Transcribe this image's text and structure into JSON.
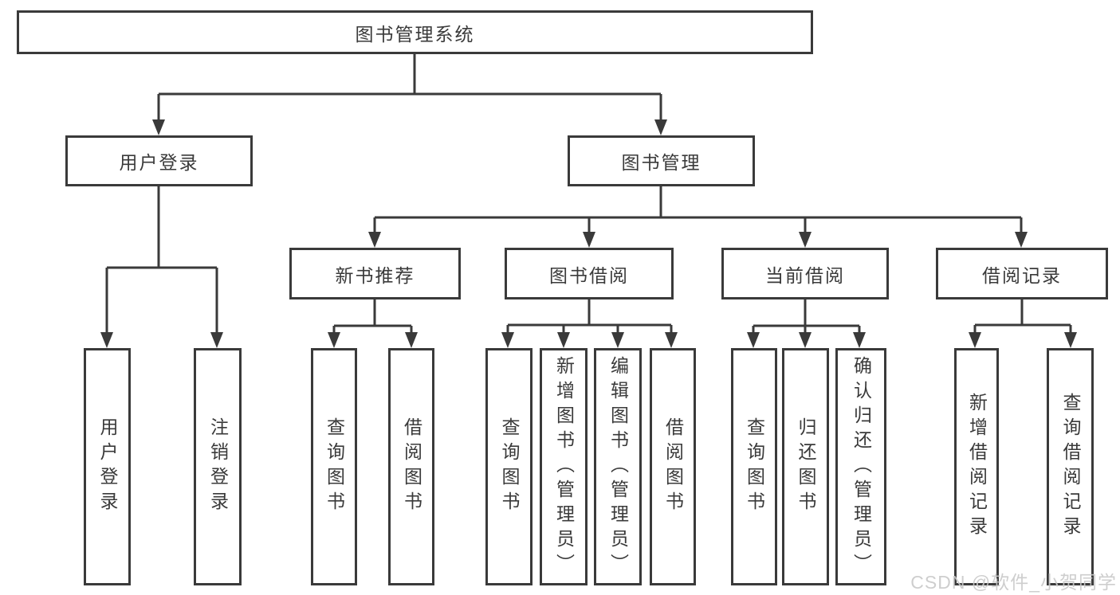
{
  "title": "图书管理系统",
  "level2": [
    {
      "label": "用户登录"
    },
    {
      "label": "图书管理"
    }
  ],
  "level3": [
    {
      "label": "新书推荐"
    },
    {
      "label": "图书借阅"
    },
    {
      "label": "当前借阅"
    },
    {
      "label": "借阅记录"
    }
  ],
  "leaves": [
    {
      "label": "用户登录"
    },
    {
      "label": "注销登录"
    },
    {
      "label": "查询图书"
    },
    {
      "label": "借阅图书"
    },
    {
      "label": "查询图书"
    },
    {
      "label": "新增图书（管理员）"
    },
    {
      "label": "编辑图书（管理员）"
    },
    {
      "label": "借阅图书"
    },
    {
      "label": "查询图书"
    },
    {
      "label": "归还图书"
    },
    {
      "label": "确认归还（管理员）"
    },
    {
      "label": "新增借阅记录"
    },
    {
      "label": "查询借阅记录"
    }
  ],
  "watermark": "CSDN @软件_小贺同学",
  "colors": {
    "line": "#3a3a3a",
    "text": "#3a3a3a",
    "background": "#ffffff",
    "watermark": "#c9c9c9"
  }
}
